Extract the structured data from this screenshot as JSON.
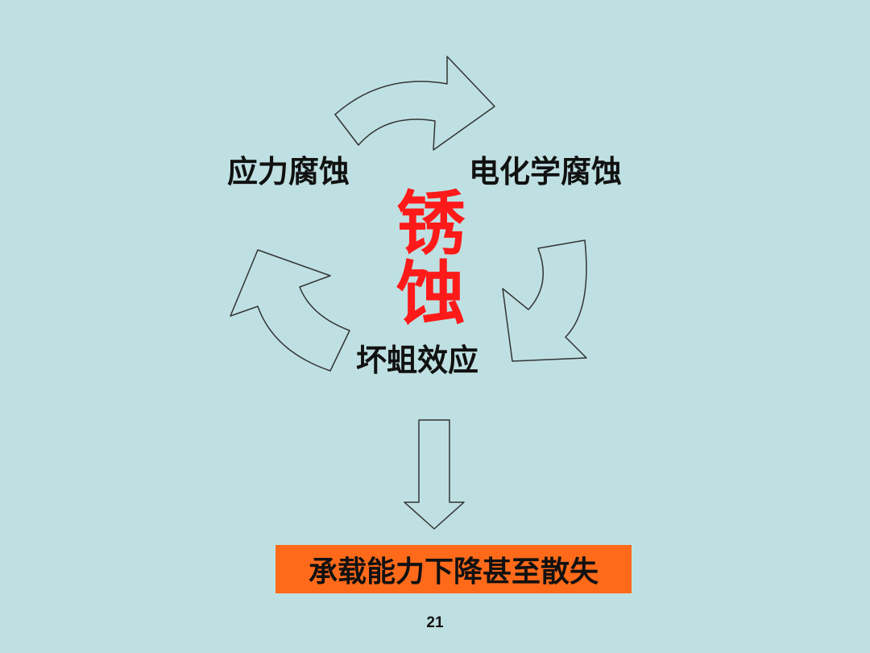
{
  "diagram": {
    "center_chars": [
      "锈",
      "蚀"
    ],
    "nodes": {
      "stress_corrosion": "应力腐蚀",
      "electrochemical_corrosion": "电化学腐蚀",
      "necrosis_effect": "坏蛆效应"
    },
    "result": "承载能力下降甚至散失"
  },
  "page_number": "21",
  "colors": {
    "background": "#bfe0e2",
    "center_text": "#ff1a1a",
    "result_box": "#ff6a1a",
    "arrow_stroke": "#333333"
  }
}
